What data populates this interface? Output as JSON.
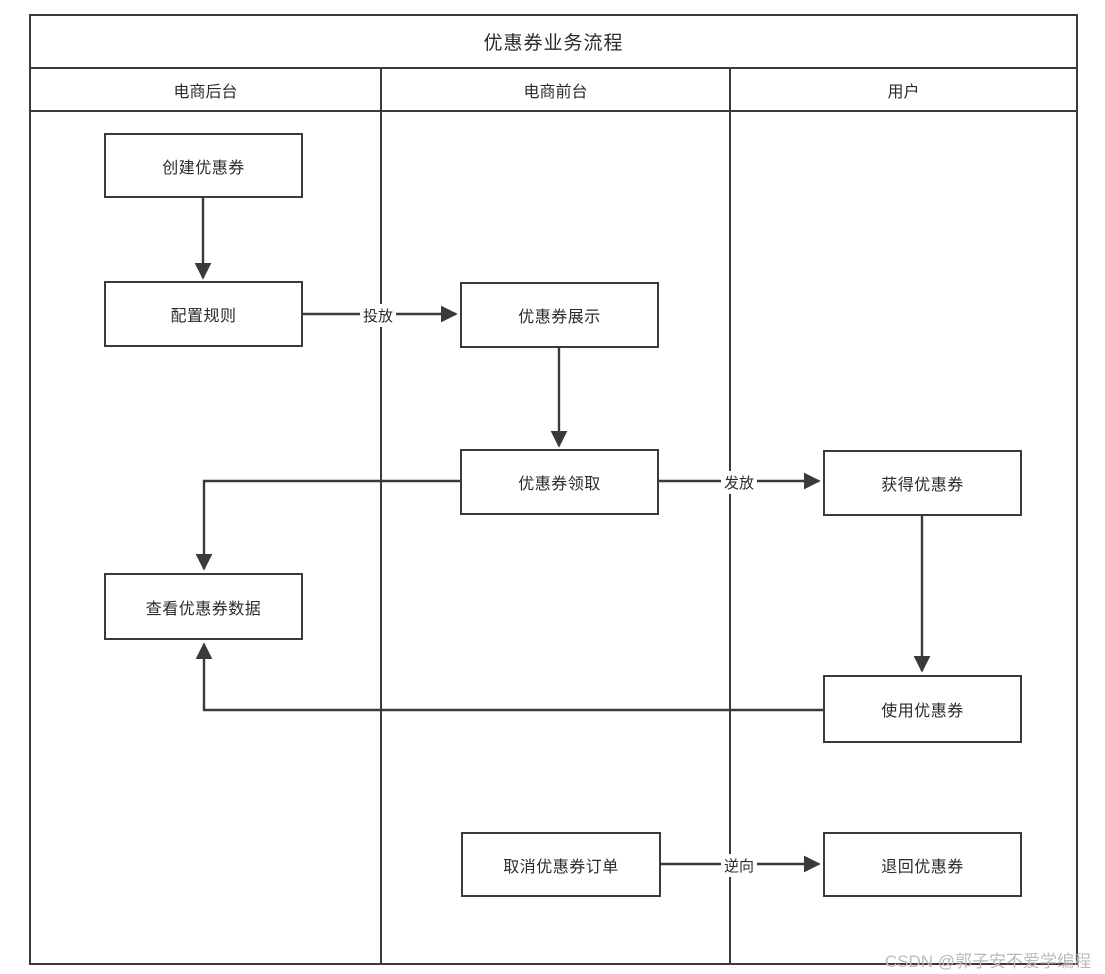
{
  "diagram": {
    "title": "优惠券业务流程",
    "type": "swimlane-flowchart",
    "lanes": [
      {
        "id": "backend",
        "label": "电商后台"
      },
      {
        "id": "frontend",
        "label": "电商前台"
      },
      {
        "id": "user",
        "label": "用户"
      }
    ],
    "nodes": [
      {
        "id": "create_coupon",
        "label": "创建优惠券",
        "lane": "backend"
      },
      {
        "id": "config_rule",
        "label": "配置规则",
        "lane": "backend"
      },
      {
        "id": "coupon_display",
        "label": "优惠券展示",
        "lane": "frontend"
      },
      {
        "id": "coupon_claim",
        "label": "优惠券领取",
        "lane": "frontend"
      },
      {
        "id": "view_data",
        "label": "查看优惠券数据",
        "lane": "backend"
      },
      {
        "id": "get_coupon",
        "label": "获得优惠券",
        "lane": "user"
      },
      {
        "id": "use_coupon",
        "label": "使用优惠券",
        "lane": "user"
      },
      {
        "id": "cancel_order",
        "label": "取消优惠券订单",
        "lane": "frontend"
      },
      {
        "id": "return_coupon",
        "label": "退回优惠券",
        "lane": "user"
      }
    ],
    "edges": [
      {
        "from": "create_coupon",
        "to": "config_rule",
        "label": ""
      },
      {
        "from": "config_rule",
        "to": "coupon_display",
        "label": "投放"
      },
      {
        "from": "coupon_display",
        "to": "coupon_claim",
        "label": ""
      },
      {
        "from": "coupon_claim",
        "to": "get_coupon",
        "label": "发放"
      },
      {
        "from": "coupon_claim",
        "to": "view_data",
        "label": ""
      },
      {
        "from": "get_coupon",
        "to": "use_coupon",
        "label": ""
      },
      {
        "from": "use_coupon",
        "to": "view_data",
        "label": ""
      },
      {
        "from": "cancel_order",
        "to": "return_coupon",
        "label": "逆向"
      }
    ],
    "colors": {
      "stroke": "#3a3a3a",
      "text": "#2b2b2b",
      "background": "#ffffff",
      "watermark": "#b9b9b9"
    }
  },
  "watermark": {
    "text": "CSDN @郭子安不爱学编程"
  }
}
